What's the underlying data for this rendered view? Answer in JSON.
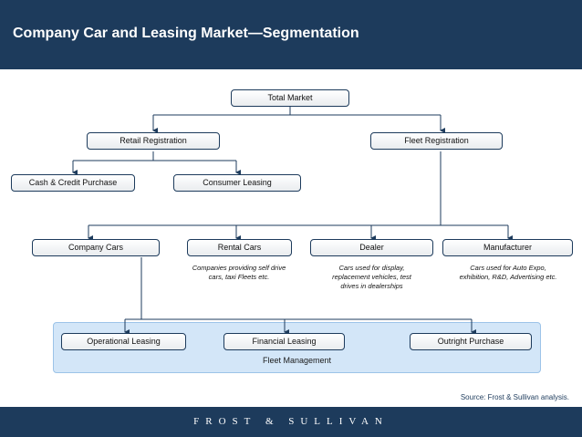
{
  "title": "Company Car and Leasing Market—Segmentation",
  "nodes": {
    "total_market": "Total Market",
    "retail_registration": "Retail Registration",
    "fleet_registration": "Fleet Registration",
    "cash_credit_purchase": "Cash & Credit Purchase",
    "consumer_leasing": "Consumer Leasing",
    "company_cars": "Company Cars",
    "rental_cars": "Rental Cars",
    "dealer": "Dealer",
    "manufacturer": "Manufacturer",
    "operational_leasing": "Operational Leasing",
    "financial_leasing": "Financial Leasing",
    "outright_purchase": "Outright Purchase"
  },
  "notes": {
    "rental_cars": "Companies providing self drive cars, taxi Fleets etc.",
    "dealer": "Cars used for display, replacement vehicles, test drives in dealerships",
    "manufacturer": "Cars used for Auto Expo, exhibition, R&D, Advertising etc."
  },
  "fleet_management": "Fleet Management",
  "source": "Source: Frost & Sullivan analysis.",
  "logo": "FROST & SULLIVAN",
  "colors": {
    "header": "#1d3b5c",
    "node_border": "#1d3b5c",
    "fleet_panel": "#d3e6f8",
    "connector": "#1d3b5c"
  }
}
